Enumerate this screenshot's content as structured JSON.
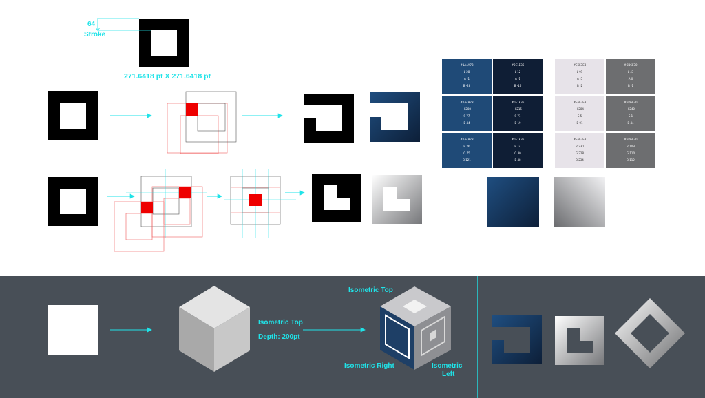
{
  "labels": {
    "stroke_value": "64",
    "stroke_word": "Stroke",
    "dimensions": "271.6418 pt X 271.6418 pt",
    "iso_top_main": "Isometric Top",
    "depth": "Depth: 200pt",
    "iso_top_cube": "Isometric Top",
    "iso_right": "Isometric Right",
    "iso_left_1": "Isometric",
    "iso_left_2": "Left"
  },
  "colors": {
    "accent": "#1fe3e8",
    "navy": "#1a4a78",
    "navy_dark": "#0f2a44",
    "bottom_panel": "#484f57",
    "guide_red": "#f05a5a",
    "fill_red": "#ee0000",
    "light_gray": "#e6e3e8",
    "mid_gray": "#6d6e70"
  },
  "swatches": [
    {
      "hex": "#1A4A78",
      "l1": "L  28",
      "l2": "A  -1",
      "l3": "B  -28",
      "style": "dk",
      "bg": "#1f4a77"
    },
    {
      "hex": "#0E1E36",
      "l1": "L  12",
      "l2": "A  -1",
      "l3": "B  -16",
      "style": "dk",
      "bg": "#0f1e35"
    },
    {
      "hex": "#E6E3E8",
      "l1": "L  91",
      "l2": "A  -5",
      "l3": "B  -2",
      "style": "lt",
      "bg": "#e7e3e9"
    },
    {
      "hex": "#6D6E70",
      "l1": "L  43",
      "l2": "A  0",
      "l3": "B  -1",
      "style": "gr",
      "bg": "#6d6e70"
    },
    {
      "hex": "#1A4A78",
      "l1": "H  208",
      "l2": "S  77",
      "l3": "B  44",
      "style": "dk",
      "bg": "#1f4a77"
    },
    {
      "hex": "#0E1E36",
      "l1": "H  215",
      "l2": "S  71",
      "l3": "B  19",
      "style": "dk",
      "bg": "#0f1e35"
    },
    {
      "hex": "#E6E3E8",
      "l1": "H  284",
      "l2": "S  5",
      "l3": "B  91",
      "style": "lt",
      "bg": "#e7e3e9"
    },
    {
      "hex": "#6D6E70",
      "l1": "H  240",
      "l2": "S  1",
      "l3": "B  44",
      "style": "gr",
      "bg": "#6d6e70"
    },
    {
      "hex": "#1A4A78",
      "l1": "R  26",
      "l2": "G  75",
      "l3": "B  121",
      "style": "dk",
      "bg": "#1f4a77"
    },
    {
      "hex": "#0E1E36",
      "l1": "R  14",
      "l2": "G  30",
      "l3": "B  48",
      "style": "dk",
      "bg": "#0f1e35"
    },
    {
      "hex": "#E6E3E8",
      "l1": "R  230",
      "l2": "G  228",
      "l3": "B  234",
      "style": "lt",
      "bg": "#e7e3e9"
    },
    {
      "hex": "#6D6E70",
      "l1": "R  109",
      "l2": "G  110",
      "l3": "B  112",
      "style": "gr",
      "bg": "#6d6e70"
    }
  ]
}
